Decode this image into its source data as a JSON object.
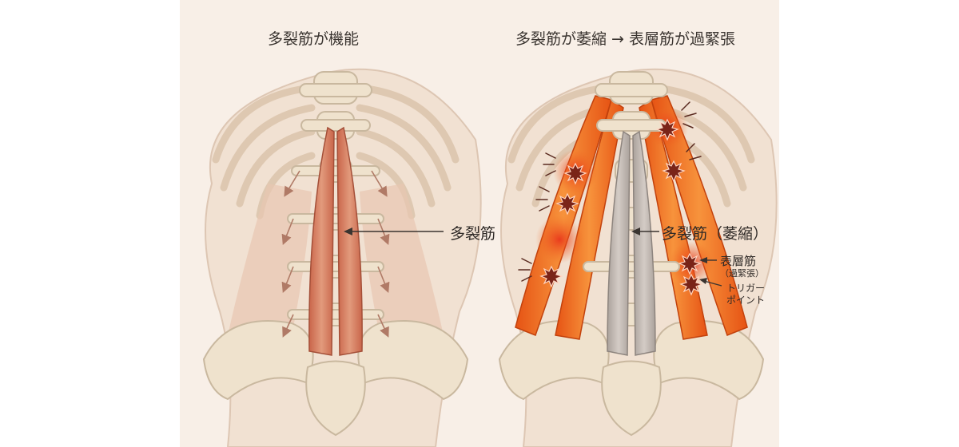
{
  "panels": {
    "left": {
      "title": "多裂筋が機能",
      "label": "多裂筋"
    },
    "right": {
      "title": "多裂筋が萎縮 → 表層筋が過緊張",
      "label_atrophy": "多裂筋（萎縮）",
      "label_superficial": "表層筋",
      "label_superficial_sub": "（過緊張）",
      "label_trigger_line1": "トリガー",
      "label_trigger_line2": "ポイント"
    }
  },
  "colors": {
    "background": "#f8efe7",
    "bone": "#efe2cd",
    "bone_outline": "#c9b89f",
    "muscle_healthy": "#d98a6c",
    "muscle_atrophied": "#c4bcb7",
    "muscle_tense": "#f06a22",
    "trigger_point": "#7a2418",
    "text": "#2f2a27"
  },
  "icons": [
    "arrow-left-icon",
    "trigger-point-icon",
    "tension-lines-icon"
  ]
}
